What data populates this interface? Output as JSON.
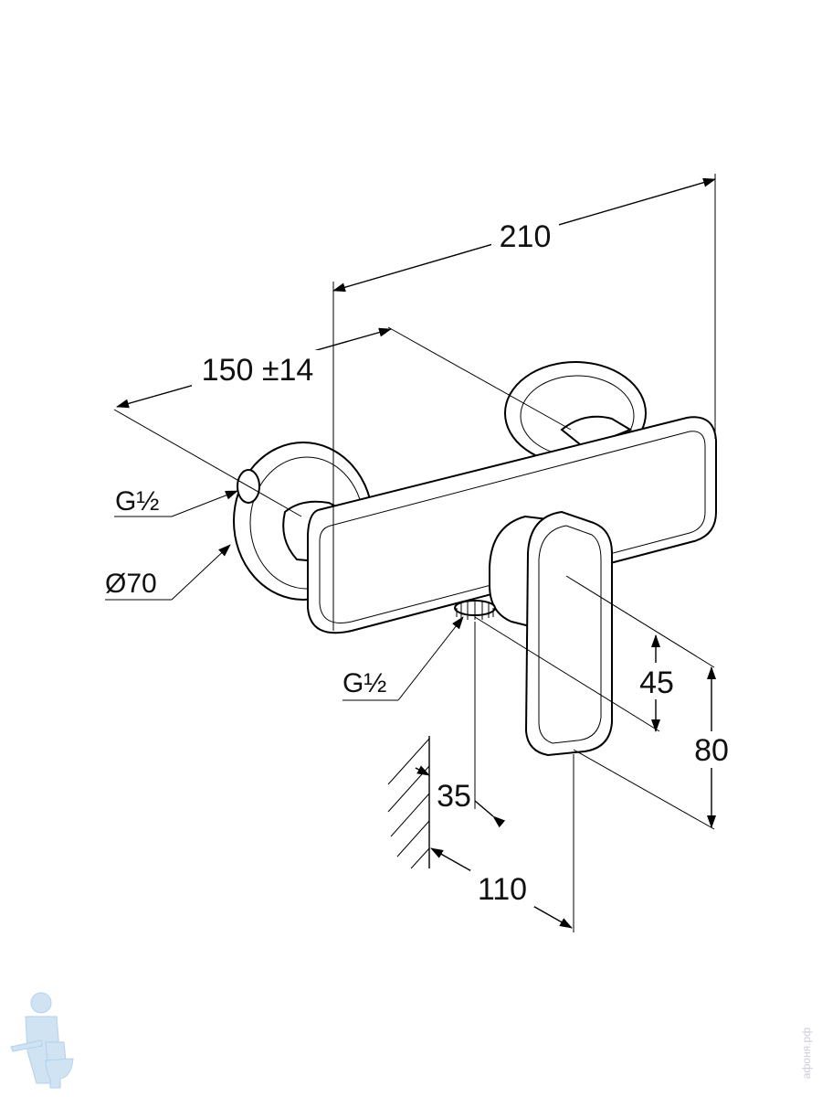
{
  "dimensions": {
    "overall_width": "210",
    "center_distance": "150 ±14",
    "inlet_thread": "G½",
    "flange_diameter": "Ø70",
    "outlet_thread": "G½",
    "handle_height": "45",
    "total_height": "80",
    "outlet_offset": "35",
    "projection": "110"
  },
  "watermark": "афоня.рф",
  "colors": {
    "line": "#000000",
    "logo": "#bcd8ee"
  }
}
